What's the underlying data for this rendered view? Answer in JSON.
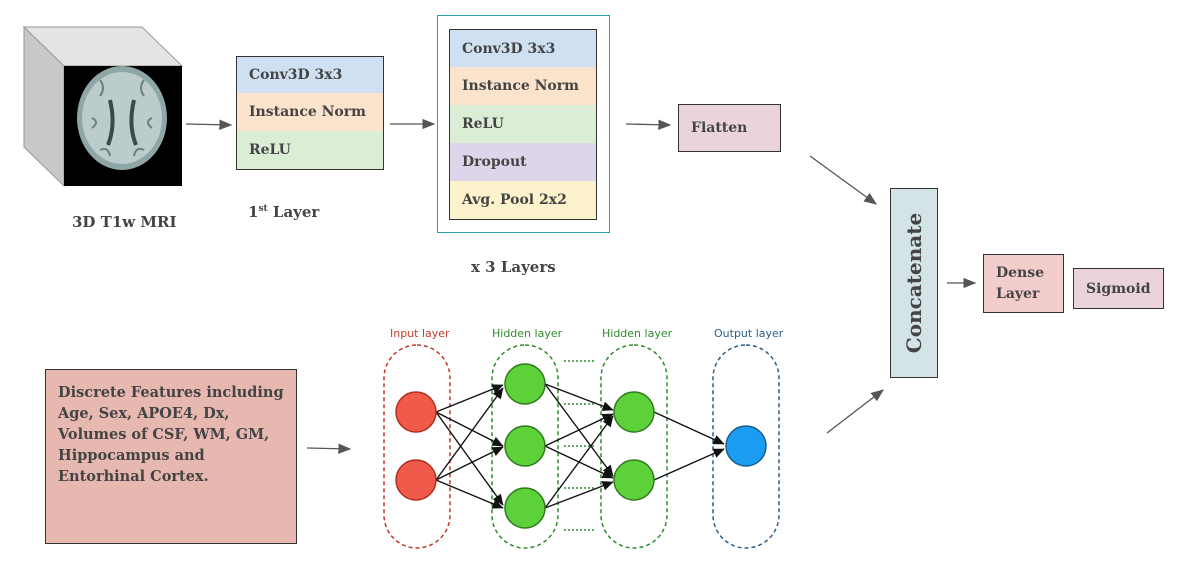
{
  "mri": {
    "caption": "3D T1w MRI"
  },
  "first_layer": {
    "blocks": [
      "Conv3D 3x3",
      "Instance Norm",
      "ReLU"
    ],
    "caption_prefix": "1",
    "caption_sup": "st",
    "caption_suffix": " Layer"
  },
  "repeat_layers": {
    "blocks": [
      "Conv3D 3x3",
      "Instance Norm",
      "ReLU",
      "Dropout",
      "Avg. Pool 2x2"
    ],
    "caption": "x 3 Layers"
  },
  "flatten": "Flatten",
  "concatenate": "Concatenate",
  "dense": "Dense Layer",
  "sigmoid": "Sigmoid",
  "features": "Discrete Features including Age, Sex, APOE4, Dx, Volumes of CSF, WM, GM, Hippocampus and Entorhinal Cortex.",
  "nn": {
    "labels": [
      "Input layer",
      "Hidden layer",
      "Hidden layer",
      "Output layer"
    ]
  },
  "colors": {
    "conv": "#cfe0f3",
    "norm": "#fbe3cc",
    "relu": "#dcedd6",
    "dropout": "#ddd6ea",
    "pool": "#fcf2cc",
    "flatten": "#ead3dd",
    "dense": "#f3cccc",
    "sigmoid": "#ead3dd",
    "concat": "#d3e3e6",
    "features": "#e6b8b0",
    "repeat_border": "#2aa0a8",
    "input_node": "#f05a4a",
    "hidden_node": "#5cd13a",
    "output_node": "#1a9cf0",
    "input_outline": "#c0392b",
    "hidden_outline": "#2e8b2e",
    "output_outline": "#2c5f8a"
  }
}
